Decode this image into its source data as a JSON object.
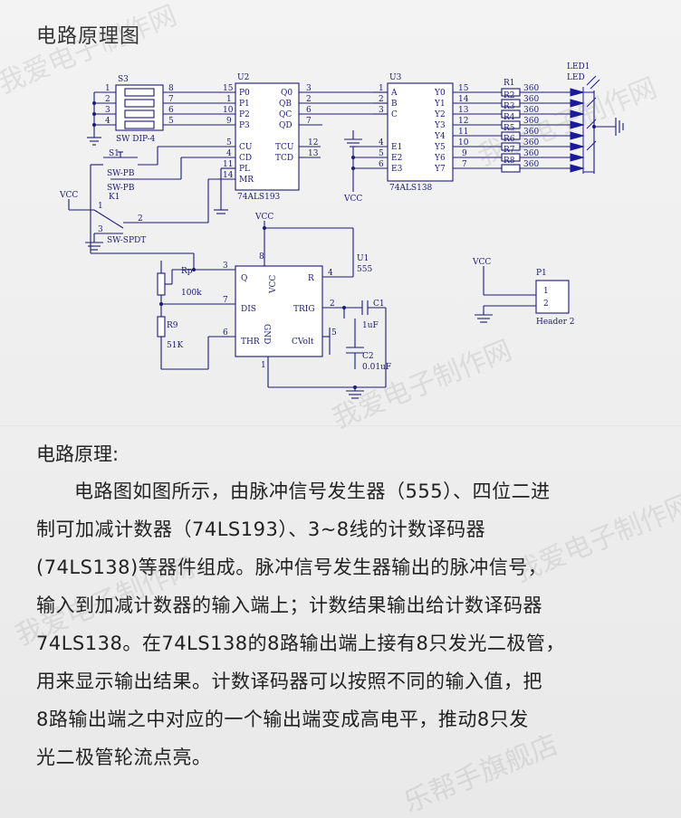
{
  "heading": "电路原理图",
  "section_title": "电路原理:",
  "paragraph_lines": [
    "电路图如图所示，由脉冲信号发生器（555）、四位二进",
    "制可加减计数器（74LS193）、3~8线的计数译码器",
    "(74LS138)等器件组成。脉冲信号发生器输出的脉冲信号，",
    "输入到加减计数器的输入端上；计数结果输出给计数译码器",
    "74LS138。在74LS138的8路输出端上接有8只发光二极管，",
    "用来显示输出结果。计数译码器可以按照不同的输入值，把",
    "8路输出端之中对应的一个输出端变成高电平，推动8只发",
    "光二极管轮流点亮。"
  ],
  "watermarks": [
    "我爱电子制作网",
    "我爱电子制作网",
    "我爱电子制作网",
    "我爱电子制作网",
    "乐帮手旗舰店",
    "我爱电子制作网"
  ],
  "schematic": {
    "s3": {
      "ref": "S3",
      "value": "SW DIP-4",
      "pins_left": [
        "1",
        "2",
        "3",
        "4"
      ],
      "pins_right": [
        "8",
        "7",
        "6",
        "5"
      ]
    },
    "u2": {
      "ref": "U2",
      "value": "74ALS193",
      "pins_in": [
        "P0",
        "P1",
        "P2",
        "P3",
        "CU",
        "CD",
        "PL",
        "MR"
      ],
      "pins_in_num": [
        "15",
        "1",
        "10",
        "9",
        "5",
        "4",
        "11",
        "14"
      ],
      "pins_out": [
        "Q0",
        "QB",
        "QC",
        "QD",
        "TCU",
        "TCD"
      ],
      "pins_out_num": [
        "3",
        "2",
        "6",
        "7",
        "12",
        "13"
      ]
    },
    "u3": {
      "ref": "U3",
      "value": "74ALS138",
      "pins_in": [
        "A",
        "B",
        "C",
        "E1",
        "E2",
        "E3"
      ],
      "pins_in_num": [
        "1",
        "2",
        "3",
        "4",
        "5",
        "6"
      ],
      "pins_out": [
        "Y0",
        "Y1",
        "Y2",
        "Y3",
        "Y4",
        "Y5",
        "Y6",
        "Y7"
      ],
      "pins_out_num": [
        "15",
        "14",
        "13",
        "12",
        "11",
        "10",
        "9",
        "7"
      ]
    },
    "resistors": {
      "ref_first": "R1",
      "refs": [
        "R2",
        "R3",
        "R4",
        "R5",
        "R6",
        "R7",
        "R8"
      ],
      "value": "360"
    },
    "led": {
      "ref1": "LED1",
      "ref2": "LED"
    },
    "s1": {
      "ref": "S1",
      "value": "SW-PB"
    },
    "k1": {
      "ref": "K1",
      "value": "SW-SPDT",
      "pin1": "1",
      "pin2": "2",
      "pin3": "3"
    },
    "vcc": "VCC",
    "u1": {
      "ref": "U1",
      "value": "555",
      "pins": {
        "q": "Q",
        "dis": "DIS",
        "thr": "THR",
        "r": "R",
        "trig": "TRIG",
        "cvolt": "CVolt",
        "vcc": "VCC",
        "gnd": "GND"
      },
      "nums": {
        "q": "3",
        "dis": "7",
        "thr": "6",
        "r": "4",
        "trig": "2",
        "cvolt": "5",
        "vcc": "8",
        "gnd": "1"
      }
    },
    "rp": {
      "ref": "Rp",
      "value": "100k"
    },
    "r9": {
      "ref": "R9",
      "value": "51K"
    },
    "c1": {
      "ref": "C1",
      "value": "1uF"
    },
    "c2": {
      "ref": "C2",
      "value": "0.01uF"
    },
    "p1": {
      "ref": "P1",
      "value": "Header 2",
      "pin1": "1",
      "pin2": "2"
    }
  }
}
